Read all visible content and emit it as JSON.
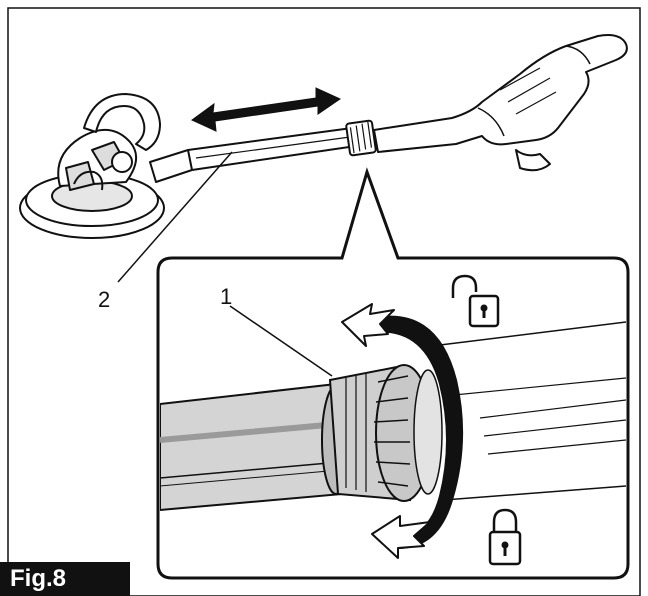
{
  "figure": {
    "label": "Fig.8",
    "callouts": [
      "1",
      "2"
    ],
    "icons": {
      "unlocked": "unlocked-padlock-icon",
      "locked": "locked-padlock-icon"
    }
  },
  "colors": {
    "line": "#111111",
    "background": "#ffffff",
    "label_bg": "#111111",
    "label_text": "#ffffff"
  }
}
